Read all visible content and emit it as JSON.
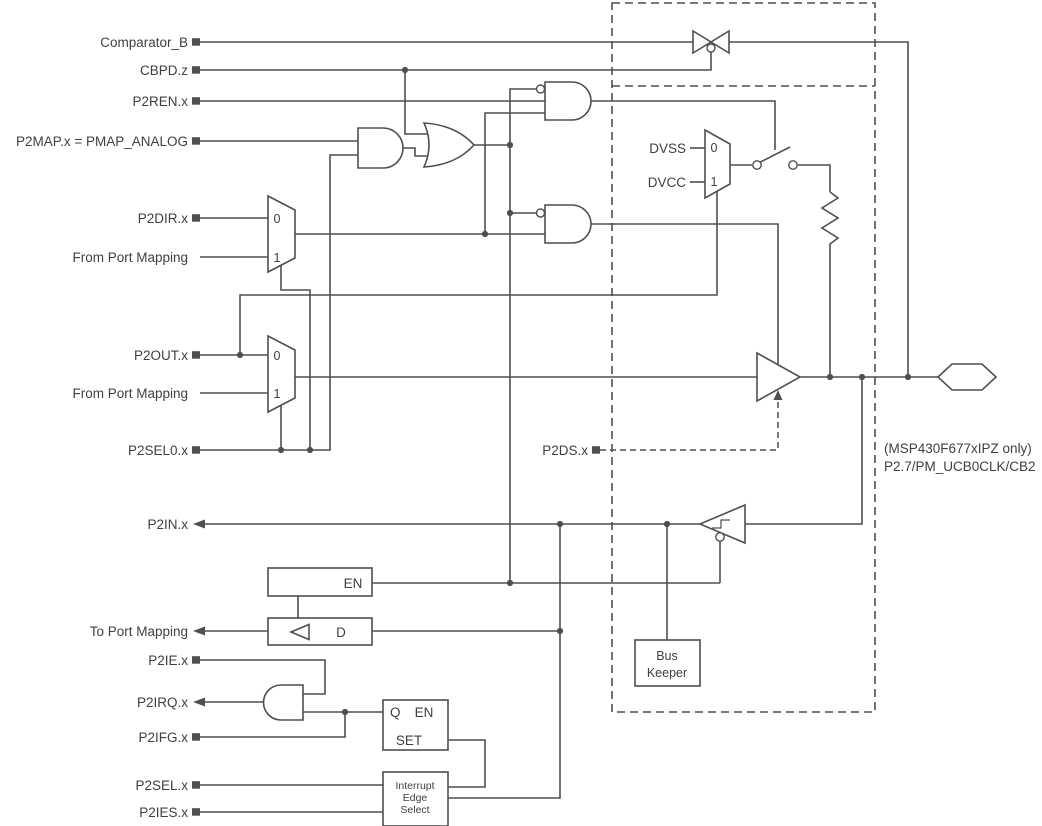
{
  "colors": {
    "line": "#4f4f4f",
    "text": "#404040",
    "background": "#ffffff"
  },
  "signals": {
    "comparator_b": "Comparator_B",
    "cbpd": "CBPD.z",
    "p2ren": "P2REN.x",
    "p2map": "P2MAP.x = PMAP_ANALOG",
    "p2dir": "P2DIR.x",
    "from_port_mapping": "From Port Mapping",
    "p2out": "P2OUT.x",
    "p2sel0": "P2SEL0.x",
    "p2ds": "P2DS.x",
    "p2in": "P2IN.x",
    "to_port_mapping": "To Port Mapping",
    "p2ie": "P2IE.x",
    "p2irq": "P2IRQ.x",
    "p2ifg": "P2IFG.x",
    "p2sel": "P2SEL.x",
    "p2ies": "P2IES.x",
    "dvss": "DVSS",
    "dvcc": "DVCC"
  },
  "mux": {
    "zero": "0",
    "one": "1"
  },
  "labels": {
    "en": "EN",
    "d": "D",
    "q": "Q",
    "set": "SET"
  },
  "bus_keeper": {
    "line1": "Bus",
    "line2": "Keeper"
  },
  "edge_select": {
    "line1": "Interrupt",
    "line2": "Edge",
    "line3": "Select"
  },
  "note": {
    "line1": "(MSP430F677xIPZ only)",
    "line2": "P2.7/PM_UCB0CLK/CB2"
  }
}
